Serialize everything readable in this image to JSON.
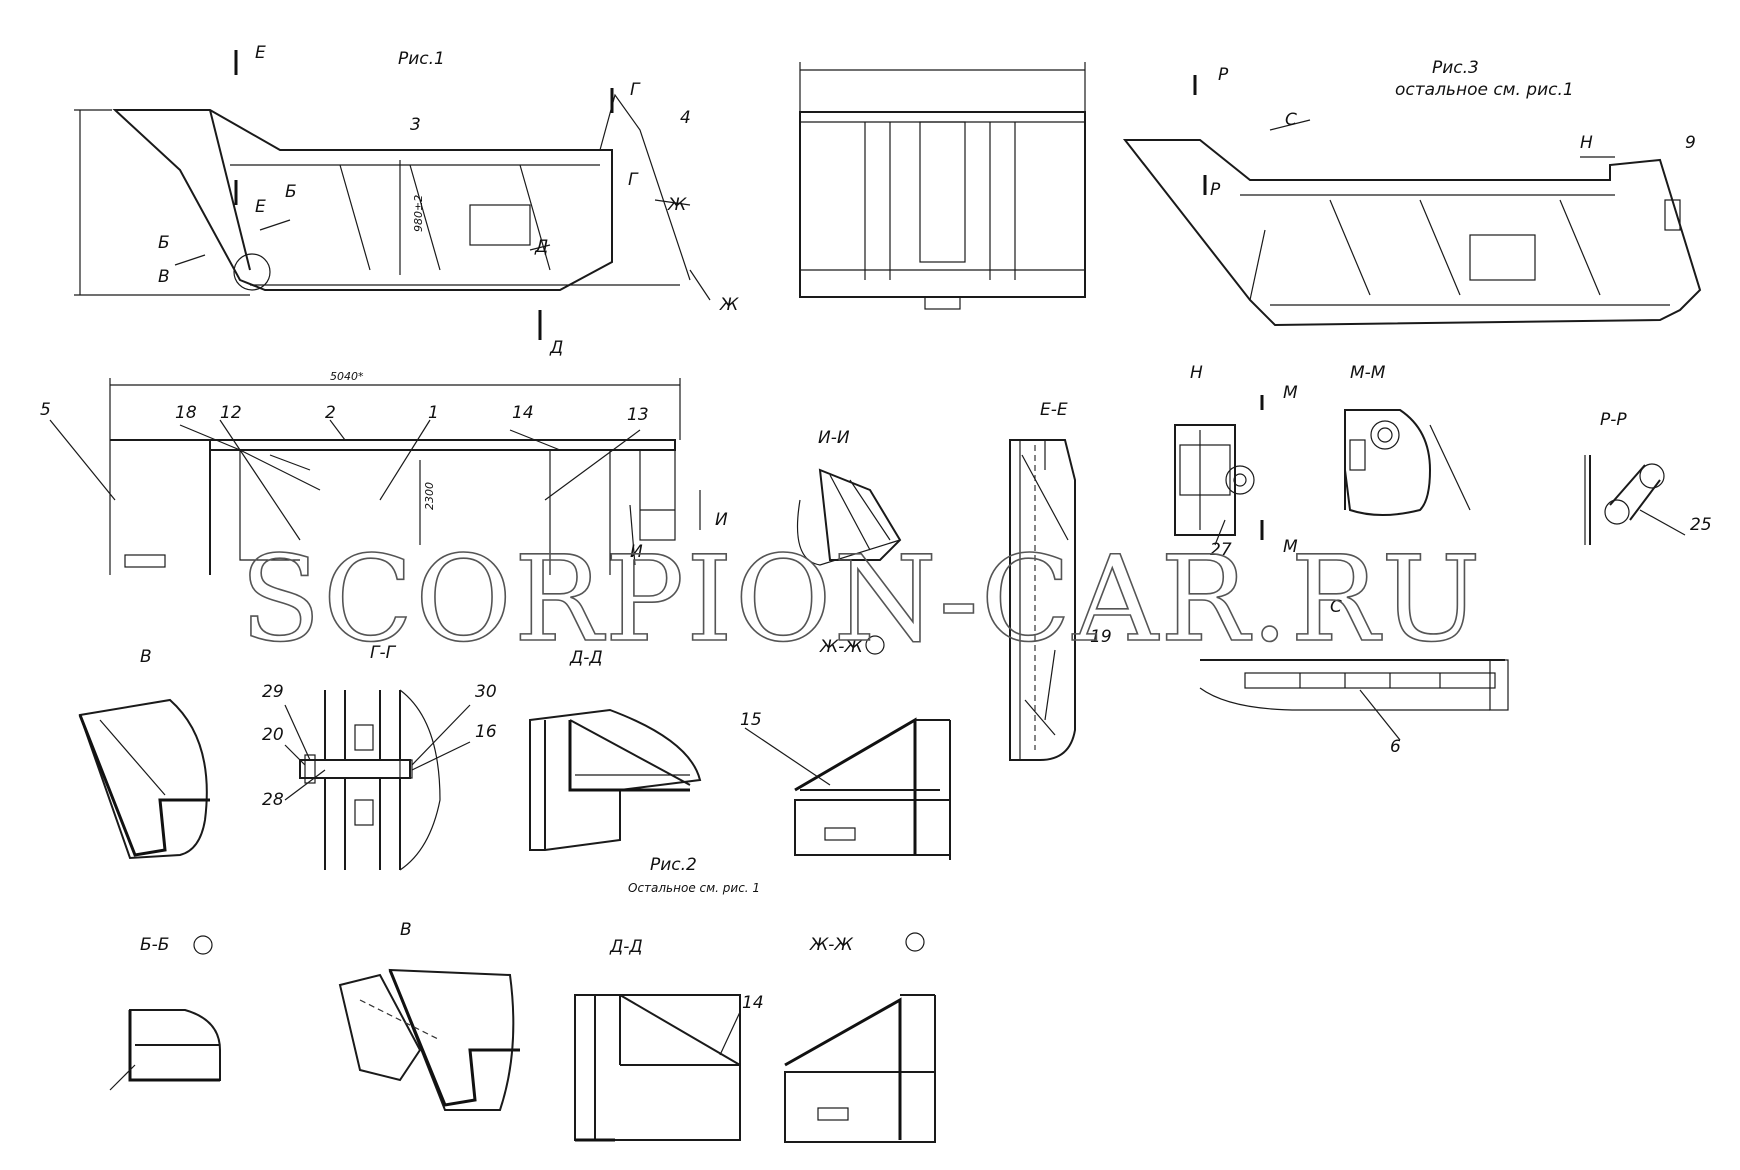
{
  "figures": {
    "fig1": "Рис.1",
    "fig2": "Рис.2",
    "fig2_note": "Остальное см. рис. 1",
    "fig3": "Рис.3",
    "fig3_note": "остальное см. рис.1"
  },
  "dimensions": {
    "length": "5040*",
    "height_1": "2300",
    "height_2": "980±2"
  },
  "watermark": "SCORPION-CAR.RU",
  "section_markers": {
    "E": "Е",
    "G": "Г",
    "B": "Б",
    "V": "В",
    "D": "Д",
    "Zh": "Ж",
    "R": "Р",
    "S": "С",
    "N": "Н",
    "I": "И",
    "M": "М"
  },
  "views": {
    "ii": "И-И",
    "ee": "Е-Е",
    "n": "Н",
    "mm": "М-М",
    "rr": "Р-Р",
    "v_top": "В",
    "gg": "Г-Г",
    "dd_top": "Д-Д",
    "zhzh_top": "Ж-Ж",
    "bb": "Б-Б",
    "v_bottom": "В",
    "dd_bottom": "Д-Д",
    "zhzh_bottom": "Ж-Ж",
    "s": "С"
  },
  "callouts": {
    "c1": "1",
    "c2": "2",
    "c3": "3",
    "c4": "4",
    "c5": "5",
    "c6": "6",
    "c9": "9",
    "c12": "12",
    "c13": "13",
    "c14": "14",
    "c14b": "14",
    "c15": "15",
    "c16": "16",
    "c18": "18",
    "c19": "19",
    "c20": "20",
    "c25": "25",
    "c27": "27",
    "c28": "28",
    "c29": "29",
    "c30": "30"
  }
}
